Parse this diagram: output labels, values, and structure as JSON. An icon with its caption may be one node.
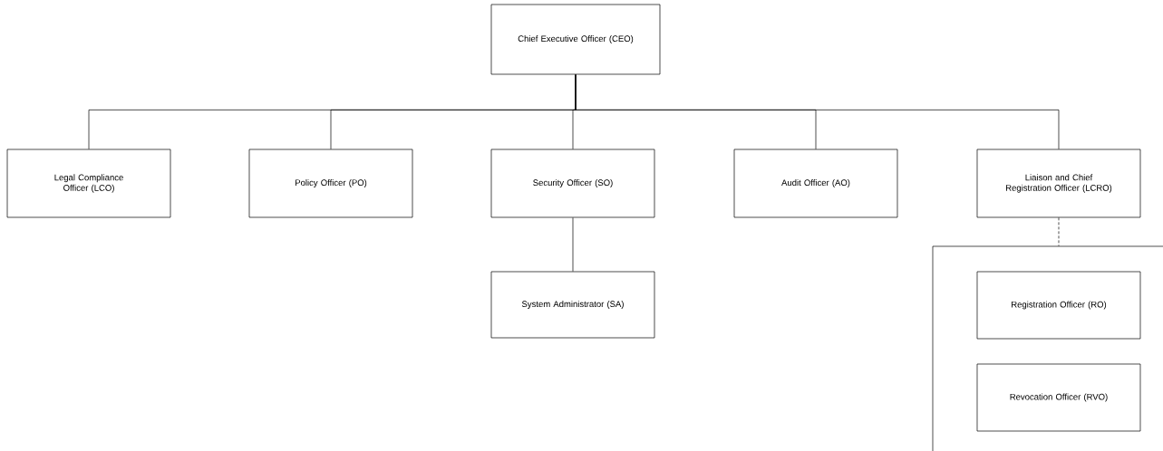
{
  "diagram": {
    "nodes": [
      {
        "text": [
          "Chief Executive Officer (CEO)"
        ]
      },
      {
        "text": [
          "Legal Compliance Officer (LCO)"
        ]
      },
      {
        "text": [
          "Policy Officer (PO)"
        ]
      },
      {
        "text": [
          "Security Officer (SO)"
        ]
      },
      {
        "text": [
          "Audit Officer (AO)"
        ]
      },
      {
        "text": [
          "Liaison and Chief Registration Officer (LCRO)"
        ]
      },
      {
        "text": [
          "System Administrator (SA)"
        ]
      },
      {
        "text": [],
        "shape": "box"
      },
      {
        "text": [
          "Registration Officer (RO)"
        ],
        "in": 7
      },
      {
        "text": [
          "Revocation Officer (RVO)"
        ],
        "in": 7
      }
    ],
    "edges": [
      {
        "from": 0,
        "to": 1,
        "arrow": "none"
      },
      {
        "from": 0,
        "to": 2,
        "arrow": "none"
      },
      {
        "from": 0,
        "to": 3,
        "arrow": "none"
      },
      {
        "from": 0,
        "to": 4,
        "arrow": "none"
      },
      {
        "from": 0,
        "to": 5,
        "arrow": "none"
      },
      {
        "from": 3,
        "to": 6,
        "arrow": "none"
      },
      {
        "from": 5,
        "to": 7,
        "arrow": "none",
        "style": "dashed"
      }
    ]
  }
}
